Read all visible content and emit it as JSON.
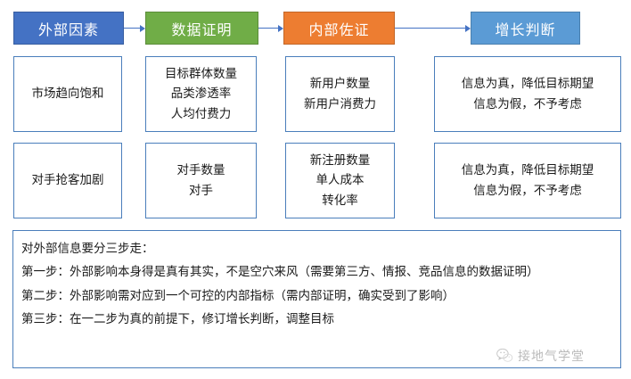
{
  "pipeline": {
    "stages": [
      {
        "label": "外部因素",
        "color": "#4472C4"
      },
      {
        "label": "数据证明",
        "color": "#70AD47"
      },
      {
        "label": "内部佐证",
        "color": "#ED7D31"
      },
      {
        "label": "增长判断",
        "color": "#5B9BD5"
      }
    ],
    "arrow_color": "#4472C4"
  },
  "matrix": {
    "border_color": "#4A7EBB",
    "rows": [
      {
        "external": [
          "市场趋向饱和"
        ],
        "data_proof": [
          "目标群体数量",
          "品类渗透率",
          "人均付费力"
        ],
        "internal": [
          "新用户数量",
          "新用户消费力"
        ],
        "judgement": [
          "信息为真，降低目标期望",
          "信息为假，不予考虑"
        ]
      },
      {
        "external": [
          "对手抢客加剧"
        ],
        "data_proof": [
          "对手数量",
          "对手"
        ],
        "internal": [
          "新注册数量",
          "单人成本",
          "转化率"
        ],
        "judgement": [
          "信息为真，降低目标期望",
          "信息为假，不予考虑"
        ]
      }
    ]
  },
  "notes": {
    "lines": [
      "对外部信息要分三步走：",
      "第一步：外部影响本身得是真有其实，不是空穴来风（需要第三方、情报、竞品信息的数据证明）",
      "第二步：外部影响需对应到一个可控的内部指标（需内部证明，确实受到了影响）",
      "第三步：在一二步为真的前提下，修订增长判断，调整目标"
    ]
  },
  "watermark": {
    "text": "接地气学堂",
    "icon": "wechat-logo-icon",
    "color": "#8a8a8a"
  }
}
